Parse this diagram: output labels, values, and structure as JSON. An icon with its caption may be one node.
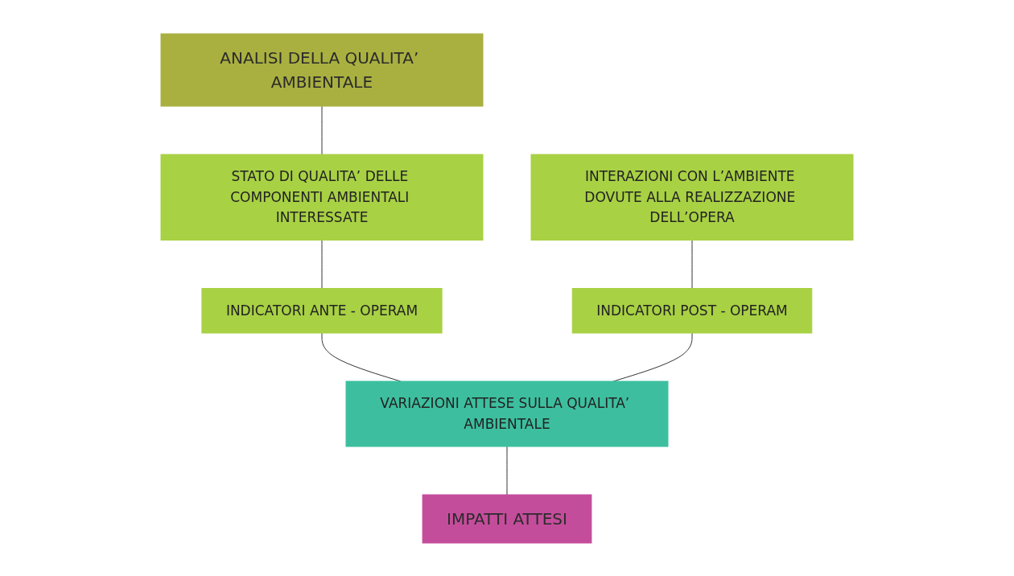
{
  "diagram": {
    "nodes": [
      {
        "text": [
          "ANALISI DELLA QUALITA’ AMBIENTALE"
        ]
      },
      {
        "text": [
          "STATO DI QUALITA’ DELLE COMPONENTI AMBIENTALI INTERESSATE"
        ]
      },
      {
        "text": [
          "INTERAZIONI CON L’AMBIENTE DOVUTE ALLA REALIZZAZIONE DELL’OPERA"
        ]
      },
      {
        "text": [
          "INDICATORI ANTE - OPERAM"
        ]
      },
      {
        "text": [
          "INDICATORI POST - OPERAM"
        ]
      },
      {
        "text": [
          "VARIAZIONI ATTESE SULLA QUALITA’ AMBIENTALE"
        ]
      },
      {
        "text": [
          "IMPATTI ATTESI"
        ]
      }
    ],
    "edges": [
      {
        "from": 0,
        "to": 1,
        "arrow": "none"
      },
      {
        "from": 1,
        "to": 3,
        "arrow": "none"
      },
      {
        "from": 2,
        "to": 4,
        "arrow": "none"
      },
      {
        "from": 3,
        "to": 5,
        "arrow": "none"
      },
      {
        "from": 4,
        "to": 5,
        "arrow": "none"
      },
      {
        "from": 5,
        "to": 6,
        "arrow": "none"
      }
    ]
  }
}
